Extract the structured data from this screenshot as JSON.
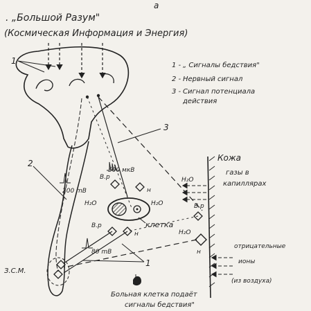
{
  "page_letter": "а",
  "title": {
    "line1": ". „Большой Разум\"",
    "line2": "(Космическая  Информация  и  Энергия)"
  },
  "legend": [
    {
      "key": "1 -",
      "text": "„ Сигналы  бедствия\""
    },
    {
      "key": "2 -",
      "text": "Нервный  сигнал"
    },
    {
      "key": "3 -",
      "text": "Сигнал  потенциала"
    },
    {
      "key": "",
      "text": "действия"
    }
  ],
  "labels": {
    "n1": "1",
    "n2": "2",
    "n3": "3",
    "n1_bottom": "1",
    "skin": "Кожа",
    "gases_1": "газы  в",
    "gases_2": "капиллярах",
    "pulse_500": "500 мкВ",
    "pulse_200": "200 mВ",
    "pulse_80": "80 mВ",
    "h2o_left": "Н₂О",
    "h2o_mid": "Н₂О",
    "h2o_top": "Н₂О",
    "h2o_right": "Н₂О",
    "vr_top": "В.р",
    "vr_mid": "В.р",
    "vr_right": "В.р",
    "n_top": "н",
    "n_mid": "н",
    "n_right": "н",
    "cell": "клетка",
    "ion_1": "отрицательные",
    "ion_2": "ионы",
    "ion_3": "(из воздуха)",
    "zsm": "З.С.М.",
    "caption_1": "Больная  клетка  подаёт",
    "caption_2": "сигналы  бедствия\""
  }
}
